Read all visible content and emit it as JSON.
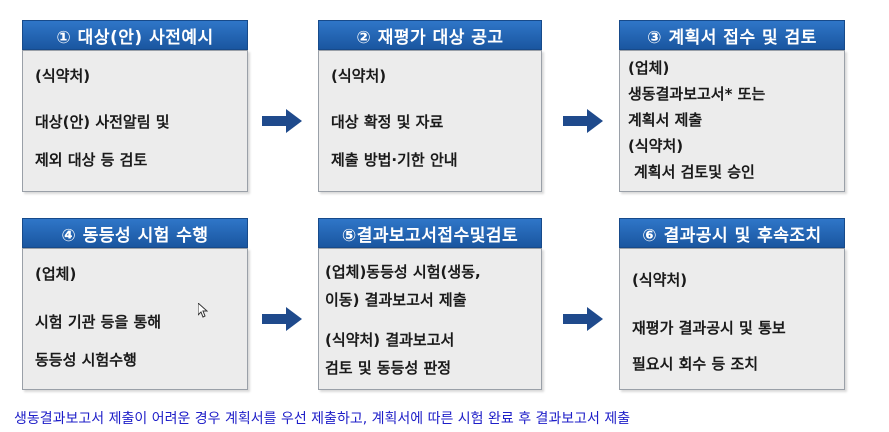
{
  "steps": [
    {
      "title": "① 대상(안) 사전예시",
      "lines": [
        "(식약처)",
        "대상(안) 사전알림 및",
        "제외 대상 등 검토"
      ]
    },
    {
      "title": "② 재평가 대상 공고",
      "lines": [
        "(식약처)",
        "대상 확정 및 자료",
        "제출 방법·기한 안내"
      ]
    },
    {
      "title": "③ 계획서 접수 및 검토",
      "lines": [
        "(업체)",
        "생동결과보고서* 또는",
        "계획서 제출",
        "(식약처)",
        "계획서 검토및 승인"
      ]
    },
    {
      "title": "④ 동등성 시험 수행",
      "lines": [
        "(업체)",
        "시험 기관 등을 통해",
        "동등성 시험수행"
      ]
    },
    {
      "title": "⑤결과보고서접수및검토",
      "lines": [
        "(업체)동등성 시험(생동,",
        "이동) 결과보고서 제출",
        "(식약처) 결과보고서",
        "검토 및 동등성 판정"
      ]
    },
    {
      "title": "⑥ 결과공시 및 후속조치",
      "lines": [
        "(식약처)",
        "재평가 결과공시 및 통보",
        "필요시 회수 등 조치"
      ]
    }
  ],
  "footnote": "생동결과보고서 제출이 어려운 경우 계획서를 우선 제출하고, 계획서에 따른 시험 완료 후 결과보고서 제출",
  "colors": {
    "header": "#1f5fae",
    "box": "#ececec",
    "arrow": "#1f4a8c",
    "footnote": "#1e1ec8"
  }
}
